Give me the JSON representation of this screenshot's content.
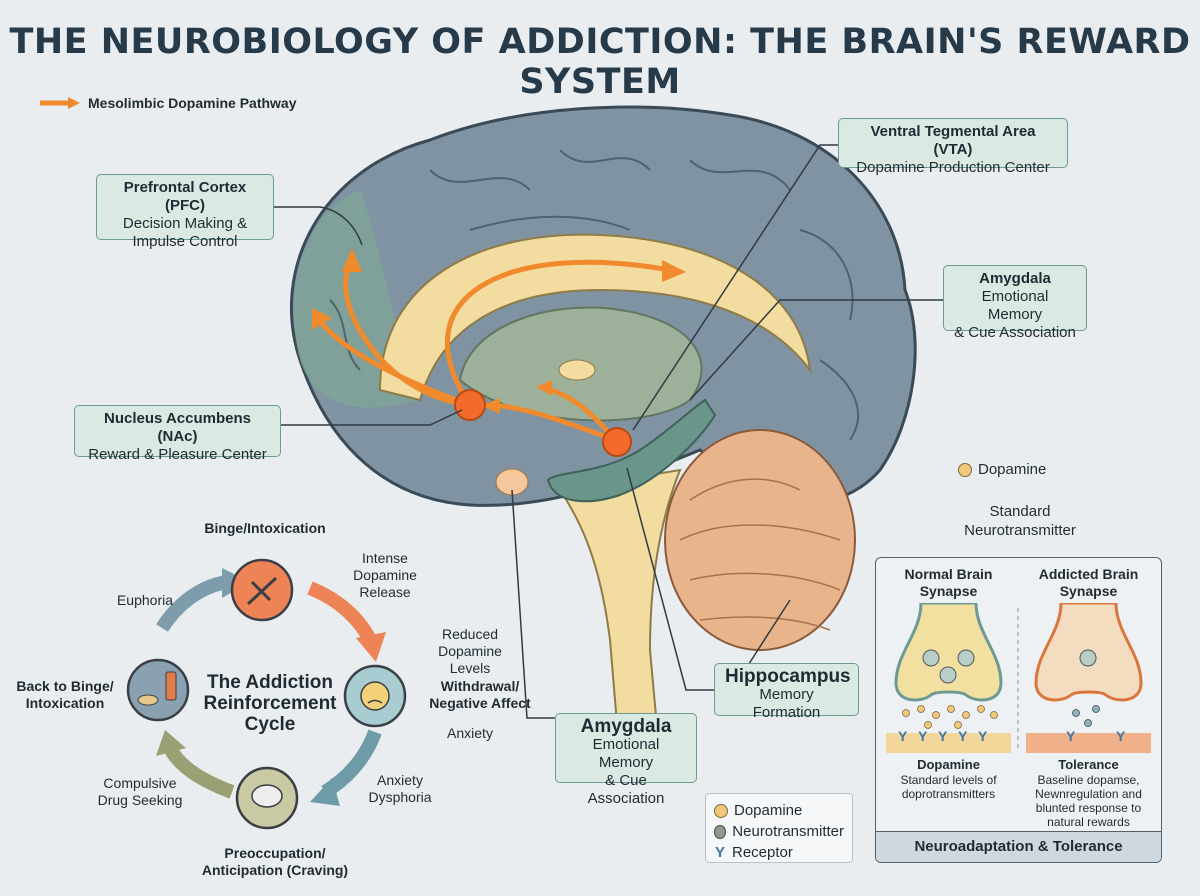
{
  "title": "THE NEUROBIOLOGY OF ADDICTION: THE BRAIN'S REWARD SYSTEM",
  "pathway_legend": "Mesolimbic Dopamine Pathway",
  "regions": {
    "pfc": {
      "name": "Prefrontal Cortex (PFC)",
      "desc1": "Decision Making &",
      "desc2": "Impulse Control"
    },
    "vta": {
      "name": "Ventral Tegmental Area (VTA)",
      "desc": "Dopamine Production Center"
    },
    "amygdala_top": {
      "name": "Amygdala",
      "desc1": "Emotional Memory",
      "desc2": "& Cue Association"
    },
    "nac": {
      "name": "Nucleus Accumbens (NAc)",
      "desc": "Reward & Pleasure Center"
    },
    "hippocampus": {
      "name": "Hippocampus",
      "desc": "Memory Formation"
    },
    "amygdala_bottom": {
      "name": "Amygdala",
      "desc1": "Emotional Memory",
      "desc2": "& Cue Association"
    }
  },
  "side_legend": {
    "dopamine": "Dopamine",
    "standard1": "Standard",
    "standard2": "Neurotransmitter"
  },
  "cycle": {
    "center1": "The Addiction",
    "center2": "Reinforcement",
    "center3": "Cycle",
    "binge": "Binge/Intoxication",
    "intense1": "Intense",
    "intense2": "Dopamine",
    "intense3": "Release",
    "reduced1": "Reduced",
    "reduced2": "Dopamine",
    "reduced3": "Levels",
    "withdrawal1": "Withdrawal/",
    "withdrawal2": "Negative Affect",
    "anxiety": "Anxiety",
    "anx_dys1": "Anxiety",
    "anx_dys2": "Dysphoria",
    "preocc1": "Preoccupation/",
    "preocc2": "Anticipation (Craving)",
    "compulsive1": "Compulsive",
    "compulsive2": "Drug Seeking",
    "back1": "Back to Binge/",
    "back2": "Intoxication",
    "euphoria": "Euphoria"
  },
  "bottom_legend": {
    "dopamine": "Dopamine",
    "neurotransmitter": "Neurotransmitter",
    "receptor": "Receptor"
  },
  "panel": {
    "normal_title1": "Normal Brain",
    "normal_title2": "Synapse",
    "addicted_title1": "Addicted Brain",
    "addicted_title2": "Synapse",
    "normal_label": "Dopamine",
    "normal_desc1": "Standard levels of",
    "normal_desc2": "doprotransmitters",
    "addicted_label": "Tolerance",
    "addicted_desc1": "Baseline dopamse,",
    "addicted_desc2": "Newnregulation and",
    "addicted_desc3": "blunted response to",
    "addicted_desc4": "natural rewards",
    "footer": "Neuroadaptation & Tolerance"
  },
  "colors": {
    "cortex": "#7f93a3",
    "limbic": "#f3dca0",
    "cerebellum": "#e8b48c",
    "accent": "#f08a2c",
    "hippocampus": "#6a958a"
  }
}
